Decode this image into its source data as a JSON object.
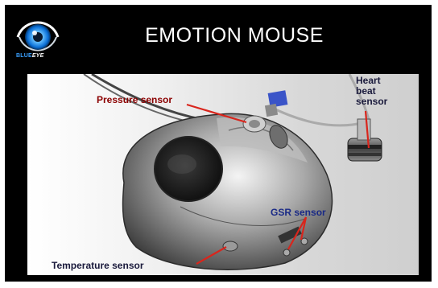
{
  "slide": {
    "title": "EMOTION MOUSE",
    "logo": {
      "text_part1": "BLUE",
      "text_part2": "EYE",
      "icon": "eye-icon"
    }
  },
  "photo": {
    "labels": {
      "pressure": "Pressure sensor",
      "heart": "Heart\nbeat\nsensor",
      "gsr": "GSR sensor",
      "temperature": "Temperature sensor"
    }
  },
  "colors": {
    "background": "#000000",
    "title": "#ffffff",
    "logo_blue": "#3aa0ff",
    "arrow": "#d9251c",
    "label_blue": "#1a2a86"
  }
}
